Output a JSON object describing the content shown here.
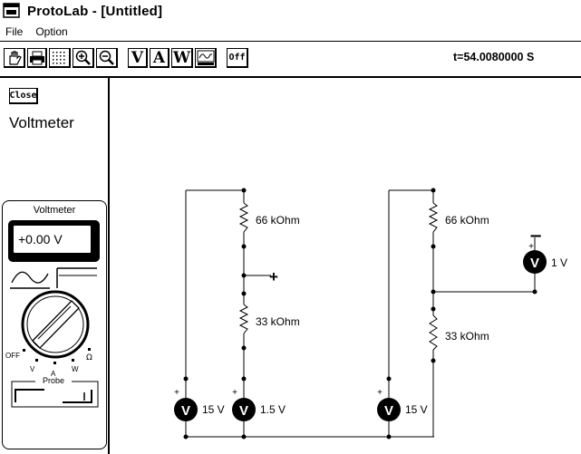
{
  "window": {
    "title": "ProtoLab - [Untitled]"
  },
  "menu": {
    "items": [
      "File",
      "Option"
    ]
  },
  "toolbar": {
    "voltmeter_label": "V",
    "ammeter_label": "A",
    "wattmeter_label": "W",
    "power_label": "Off",
    "time_readout": "t=54.0080000 S"
  },
  "sidebar": {
    "close_label": "Close",
    "panel_title": "Voltmeter",
    "instrument": {
      "label": "Voltmeter",
      "reading": "+0.00 V",
      "dial_labels": {
        "off": "OFF",
        "v": "V",
        "a": "A",
        "w": "W",
        "ohm": "Ω"
      },
      "probe_label": "Probe"
    }
  },
  "circuit": {
    "left": {
      "r_top": "66 kOhm",
      "r_bottom": "33 kOhm",
      "probe_sign": "+",
      "source_main": "15 V",
      "source_mid": "1.5 V"
    },
    "right": {
      "r_top": "66 kOhm",
      "r_bottom": "33 kOhm",
      "source_main": "15 V",
      "source_meter": "1 V",
      "meter_minus": "−"
    },
    "voltage_symbol": "V",
    "plus_symbol": "+"
  }
}
